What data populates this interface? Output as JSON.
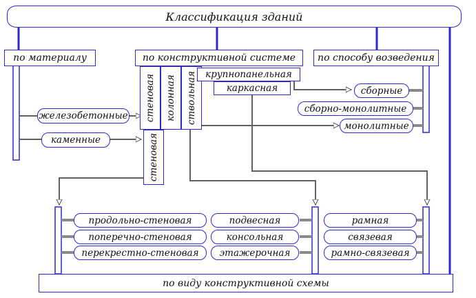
{
  "title": "Классификация зданий",
  "headers": {
    "material": "по материалу",
    "system": "по конструктивной системе",
    "method": "по способу возведения",
    "scheme": "по виду конструктивной схемы"
  },
  "material_items": [
    "железобетонные",
    "каменные"
  ],
  "system_vertical": [
    "стеновая",
    "колонная",
    "ствольная"
  ],
  "system_horizontal": [
    "крупнопанельная",
    "каркасная"
  ],
  "system_sub": "стеновая",
  "method_items": [
    "сборные",
    "сборно-монолитные",
    "монолитные"
  ],
  "scheme_wall": [
    "продольно-стеновая",
    "поперечно-стеновая",
    "перекрестно-стеновая"
  ],
  "scheme_trunk": [
    "подвесная",
    "консольная",
    "этажерочная"
  ],
  "scheme_frame": [
    "рамная",
    "связевая",
    "рамно-связевая"
  ]
}
